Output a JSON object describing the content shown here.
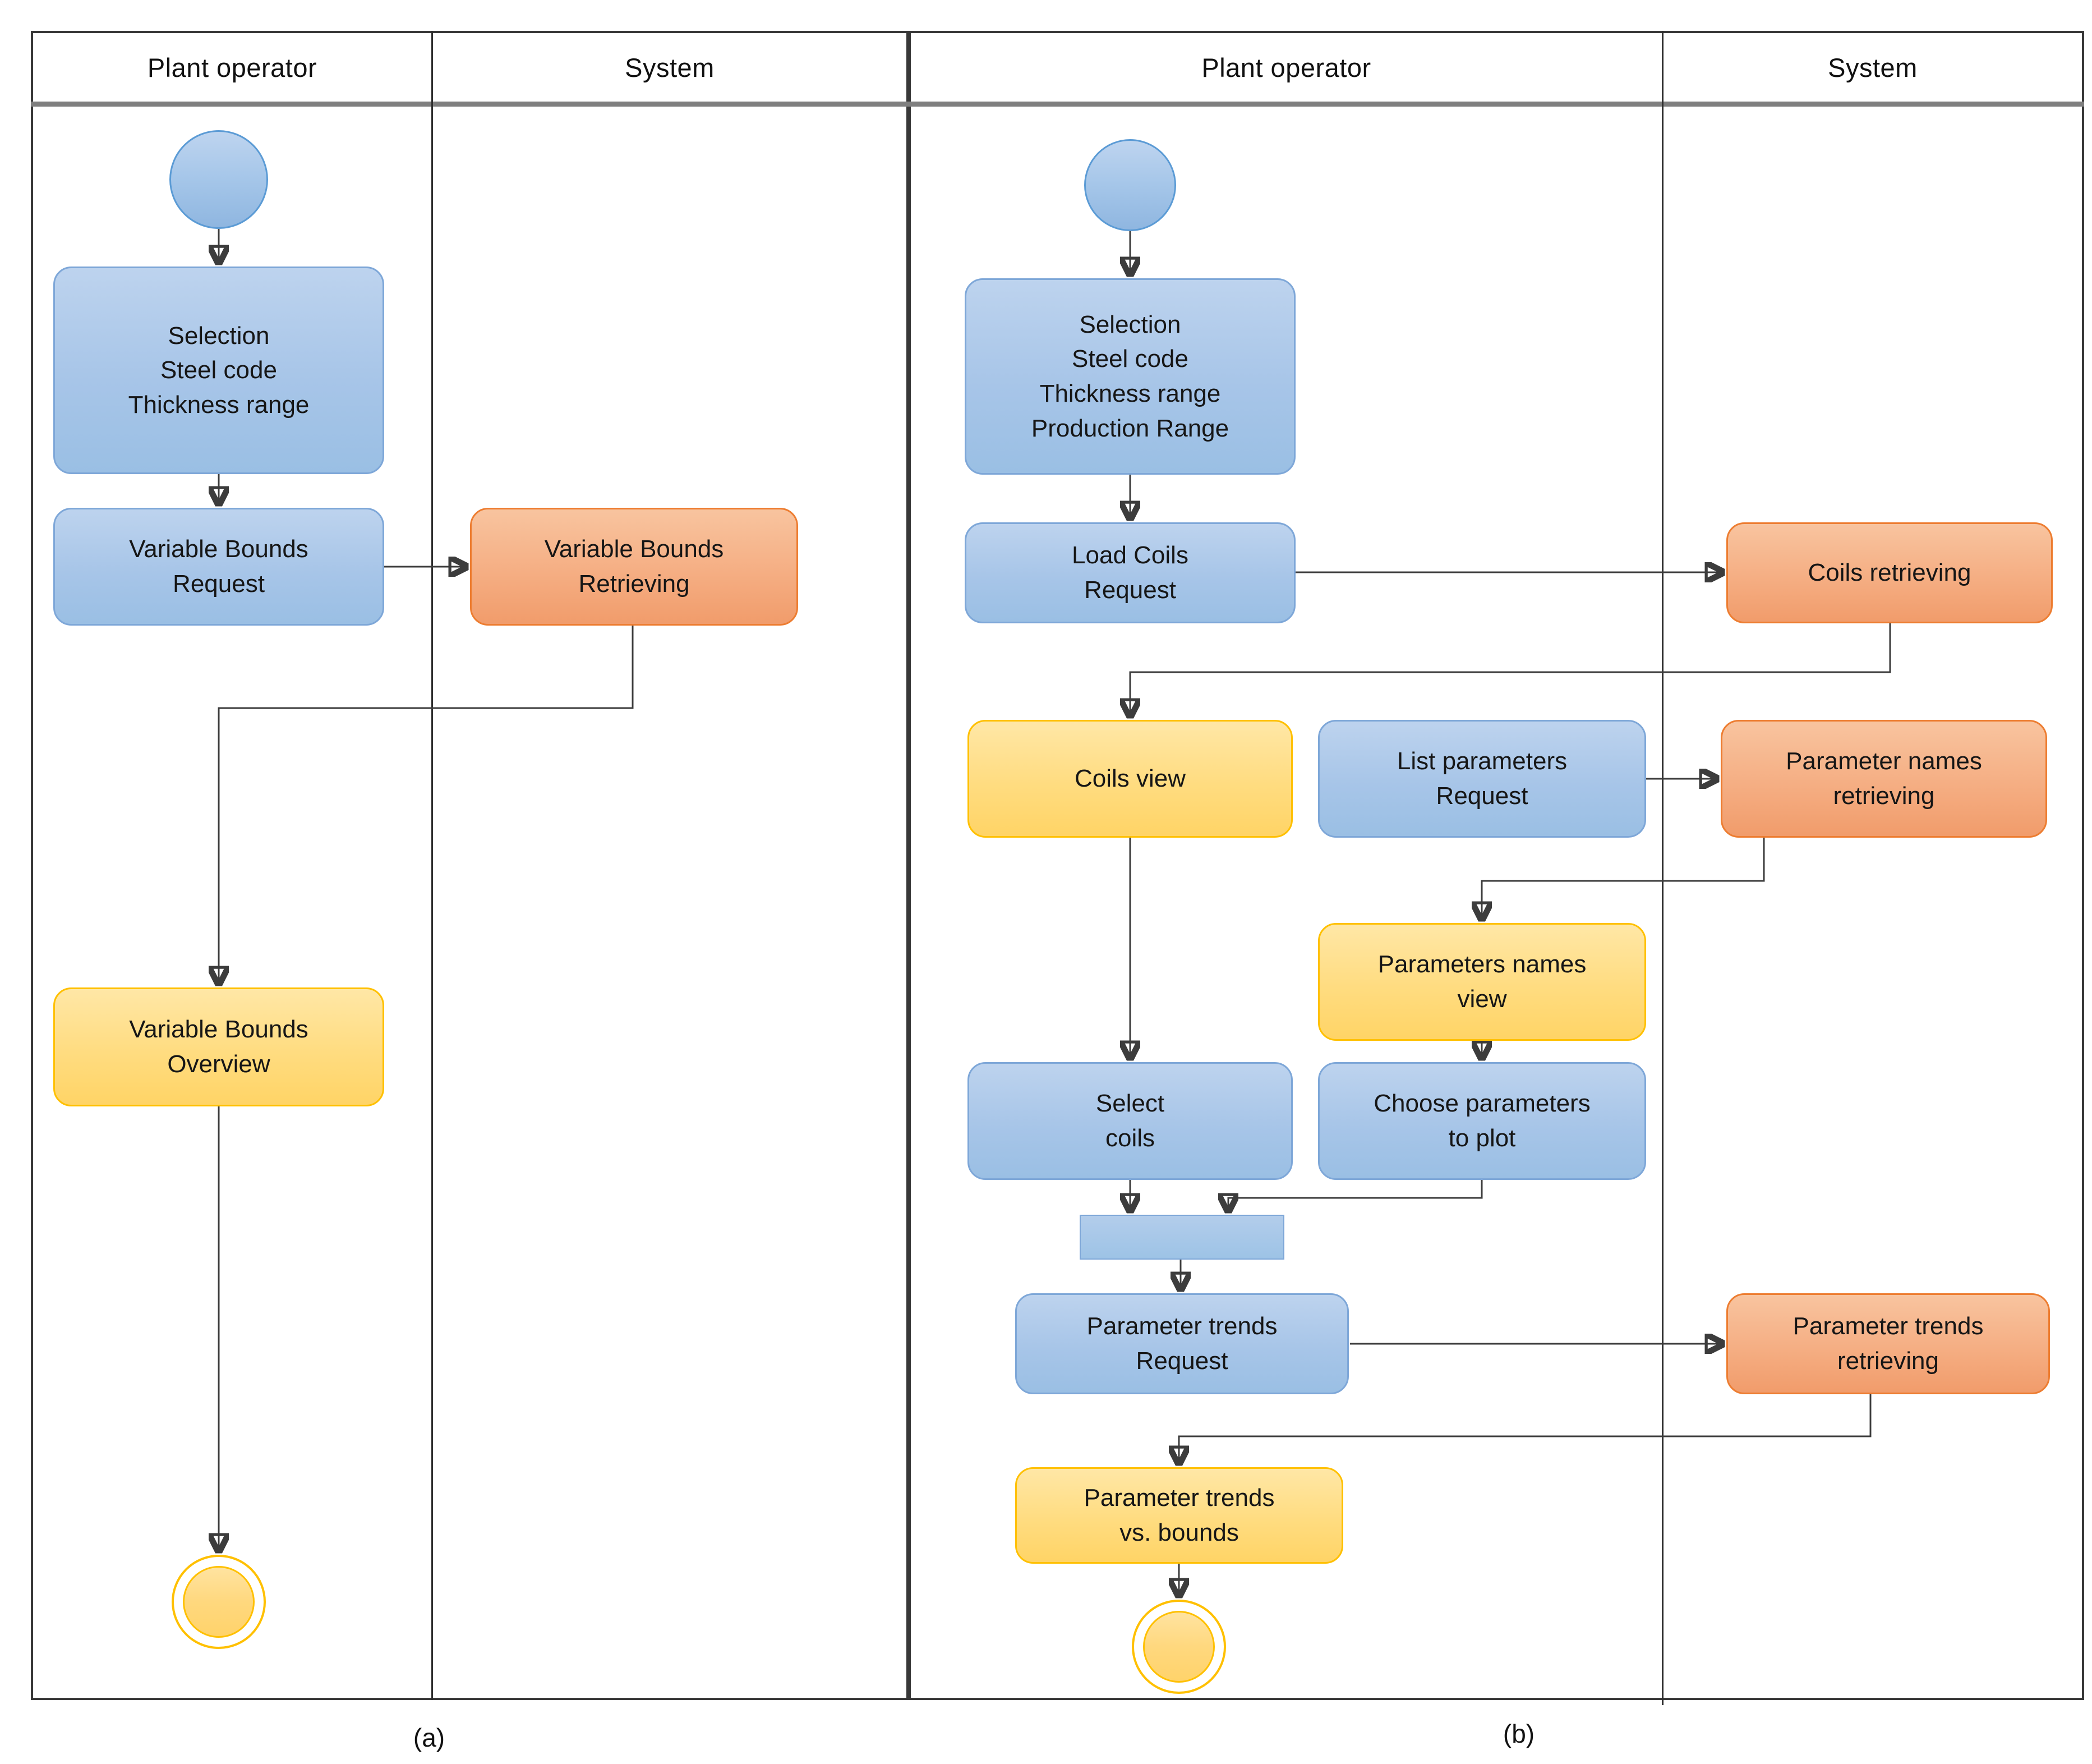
{
  "diagram_a": {
    "label": "(a)",
    "lanes": [
      "Plant operator",
      "System"
    ],
    "nodes": {
      "selection": "Selection\nSteel code\nThickness range",
      "variable_bounds_request": "Variable Bounds\nRequest",
      "variable_bounds_retrieving": "Variable Bounds\nRetrieving",
      "variable_bounds_overview": "Variable Bounds\nOverview"
    }
  },
  "diagram_b": {
    "label": "(b)",
    "lanes": [
      "Plant operator",
      "System"
    ],
    "nodes": {
      "selection": "Selection\nSteel code\nThickness range\nProduction Range",
      "load_coils_request": "Load Coils\nRequest",
      "coils_retrieving": "Coils retrieving",
      "coils_view": "Coils view",
      "list_parameters_request": "List parameters\nRequest",
      "parameter_names_retrieving": "Parameter names\nretrieving",
      "parameters_names_view": "Parameters names\nview",
      "select_coils": "Select\ncoils",
      "choose_parameters_to_plot": "Choose parameters\nto plot",
      "parameter_trends_request": "Parameter trends\nRequest",
      "parameter_trends_retrieving": "Parameter trends\nretrieving",
      "parameter_trends_vs_bounds": "Parameter trends\nvs. bounds"
    }
  },
  "colors": {
    "activity_blue_fill": "#A7C5E8",
    "activity_blue_border": "#7EA7D8",
    "system_orange_fill": "#F5AE83",
    "system_orange_border": "#ED7D31",
    "view_yellow_fill": "#FFDC80",
    "view_yellow_border": "#FFC000",
    "connector": "#3C3C3C",
    "lane_border": "#383838",
    "header_separator": "#7F7F7F"
  }
}
